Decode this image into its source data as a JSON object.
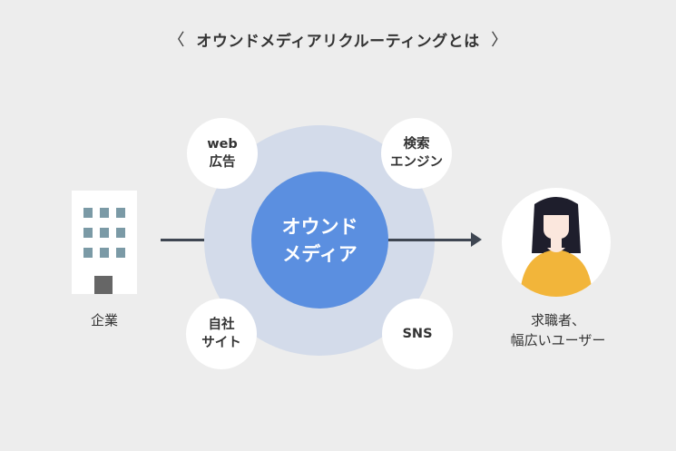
{
  "title": {
    "prefix": "〈",
    "text": "オウンドメディアリクルーティングとは",
    "suffix": "〉"
  },
  "company": {
    "label": "企業"
  },
  "center": {
    "line1": "オウンド",
    "line2": "メディア"
  },
  "channels": {
    "web_ad": {
      "line1": "web",
      "line2": "広告"
    },
    "search": {
      "line1": "検索",
      "line2": "エンジン"
    },
    "own_site": {
      "line1": "自社",
      "line2": "サイト"
    },
    "sns": {
      "line1": "SNS"
    }
  },
  "seeker": {
    "line1": "求職者、",
    "line2": "幅広いユーザー"
  },
  "colors": {
    "background": "#ededed",
    "outer_circle": "#d3dbea",
    "center_circle": "#5b8fe0",
    "arrow": "#3f4652",
    "building_window": "#7b9aa6",
    "building_door": "#666666",
    "person_shirt": "#f2b53a",
    "person_hair": "#1e1e2c",
    "person_skin": "#fbe7dd"
  }
}
